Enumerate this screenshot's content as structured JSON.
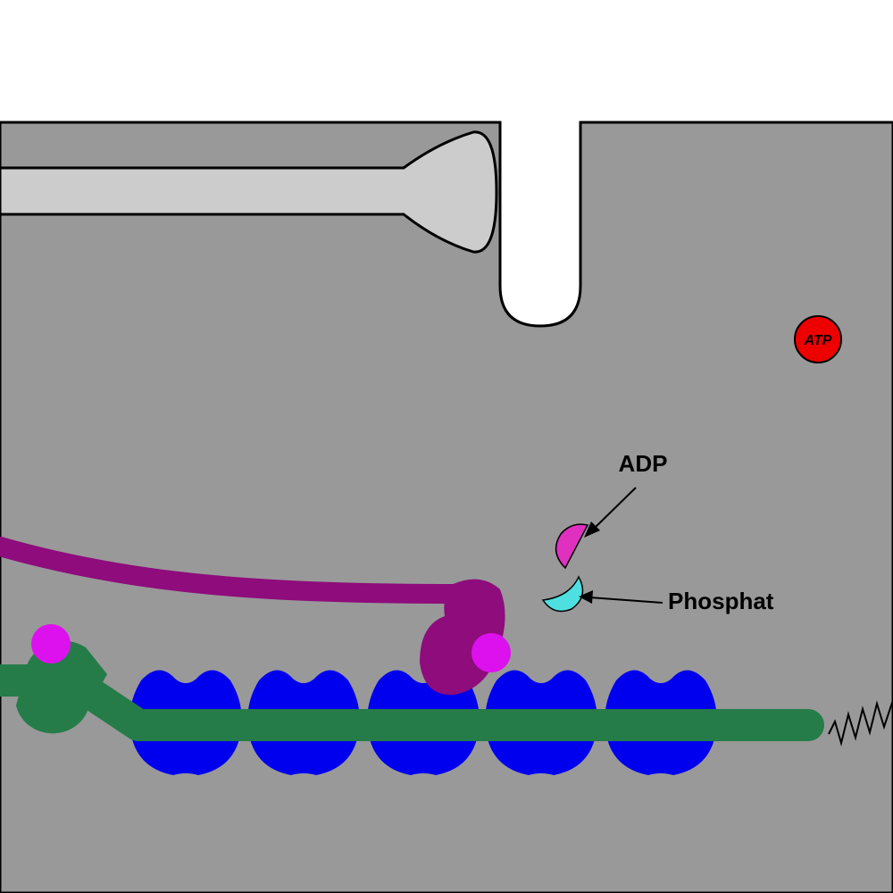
{
  "labels": {
    "atp": "ATP",
    "adp": "ADP",
    "phosphate": "Phosphat"
  },
  "colors": {
    "background": "#ffffff",
    "cell": "#999999",
    "stem": "#cccccc",
    "myosin": "#8e0c7c",
    "actin": "#0000ee",
    "tropomyosin": "#257c49",
    "calcium": "#dd11ee",
    "adp": "#e030c0",
    "phosphate": "#4ee0e0",
    "atp": "#ee0000",
    "outline": "#000000"
  }
}
